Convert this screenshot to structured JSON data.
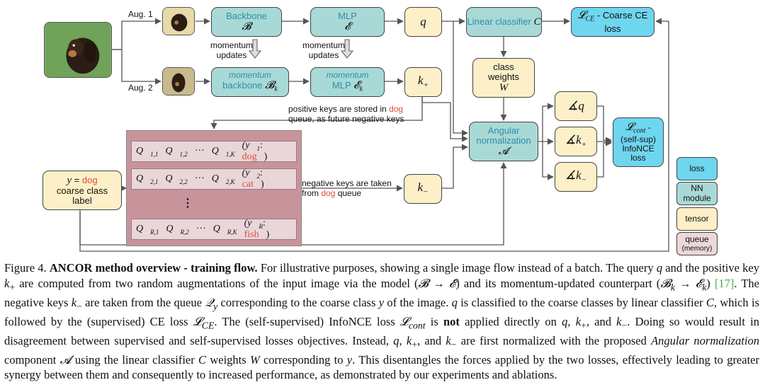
{
  "diagram": {
    "aug1": "Aug. 1",
    "aug2": "Aug. 2",
    "backbone": {
      "label": "Backbone",
      "symbol": "𝓑"
    },
    "mlp": {
      "label": "MLP",
      "symbol": "𝓔"
    },
    "q": "q",
    "linear": {
      "label": "Linear classifier",
      "symbol": "C"
    },
    "ce_loss": {
      "symbol": "𝓛",
      "sub": "CE",
      "label": " - Coarse CE loss"
    },
    "momentum_updates": "momentum updates",
    "momentum_backbone": {
      "label1": "momentum",
      "label2": "backbone",
      "symbol": "𝓑",
      "sub": "k"
    },
    "momentum_mlp": {
      "label1": "momentum",
      "label2": "MLP",
      "symbol": "𝓔",
      "sub": "k"
    },
    "kplus": {
      "base": "k",
      "sub": "+"
    },
    "kminus": {
      "base": "k",
      "sub": "−"
    },
    "class_weights": {
      "label": "class weights",
      "symbol": "W"
    },
    "positive_keys_text": {
      "pre": "positive keys are stored in ",
      "dog": "dog",
      "post": "queue, as future negative keys"
    },
    "angular": {
      "label": "Angular normalization",
      "symbol": "𝓐"
    },
    "angle_q": {
      "angle": "∡",
      "base": "q"
    },
    "angle_kplus": {
      "angle": "∡",
      "base": "k",
      "sub": "+"
    },
    "angle_kminus": {
      "angle": "∡",
      "base": "k",
      "sub": "−"
    },
    "cont_loss": {
      "symbol": "𝓛",
      "sub": "cont",
      "dash": " -",
      "label": "(self-sup) InfoNCE loss"
    },
    "negative_keys_text": {
      "pre": "negative keys are taken",
      "from": "from ",
      "dog": "dog",
      "post": " queue"
    },
    "coarse_label": {
      "y": "y",
      "eq": " = ",
      "dog": "dog",
      "label": "coarse class label"
    },
    "queue_rows": [
      {
        "cells": [
          "Q",
          "Q",
          "···",
          "Q"
        ],
        "subs": [
          "1,1",
          "1,2",
          "",
          "1,K"
        ],
        "yl": "(y",
        "ysub": "1",
        "colon": ": ",
        "cls": "dog",
        "close": ")"
      },
      {
        "cells": [
          "Q",
          "Q",
          "···",
          "Q"
        ],
        "subs": [
          "2,1",
          "2,2",
          "",
          "2,K"
        ],
        "yl": "(y",
        "ysub": "2",
        "colon": ": ",
        "cls": "cat",
        "close": ")"
      },
      {
        "cells": [
          "Q",
          "Q",
          "···",
          "Q"
        ],
        "subs": [
          "R,1",
          "R,2",
          "",
          "R,K"
        ],
        "yl": "(y",
        "ysub": "R",
        "colon": ": ",
        "cls": "fish",
        "close": ")"
      }
    ],
    "queue_dots": "⋮",
    "legend": {
      "loss": "loss",
      "nn": "NN module",
      "tensor": "tensor",
      "queue": "queue",
      "queue_sub": "(memory)"
    }
  },
  "colors": {
    "nn_module": "#a9d9d6",
    "tensor": "#fdf0c8",
    "loss": "#6ed6ee",
    "queue": "#ecd7da",
    "queue_bg": "#c8949c",
    "accent_red": "#d9503f",
    "teal_text": "#2d8fa8"
  },
  "caption": {
    "fig": "Figure 4. ",
    "ancor": "ANCOR",
    "title": " method overview - training flow.",
    "t1": " For illustrative purposes, showing a single image flow instead of a batch. The query ",
    "t2": " and the positive key ",
    "t3": " are computed from two random augmentations of the input image via the model (",
    "t4": ") and its momentum-updated counterpart (",
    "t5": ") ",
    "cite": "[17]",
    "t6": ". The negative keys ",
    "t7": " are taken from the queue ",
    "t8": " corresponding to the coarse class ",
    "t9": " of the image. ",
    "t10": " is classified to the coarse classes by linear classifier ",
    "t11": ", which is followed by the (supervised) CE loss ",
    "t12": ". The (self-supervised) InfoNCE loss ",
    "t13": " is ",
    "not": "not",
    "t14": " applied directly on ",
    "t15": ", and ",
    "t16": ". Doing so would result in disagreement between supervised and self-supervised losses objectives. Instead, ",
    "t17": " are first normalized with the proposed ",
    "angnorm": "Angular normalization",
    "t18": " component ",
    "t19": " using the linear classifier ",
    "t20": " weights ",
    "t21": " corresponding to ",
    "t22": ". This disentangles the forces applied by the two losses, effectively leading to greater synergy between them and consequently to increased performance, as demonstrated by our experiments and ablations."
  }
}
